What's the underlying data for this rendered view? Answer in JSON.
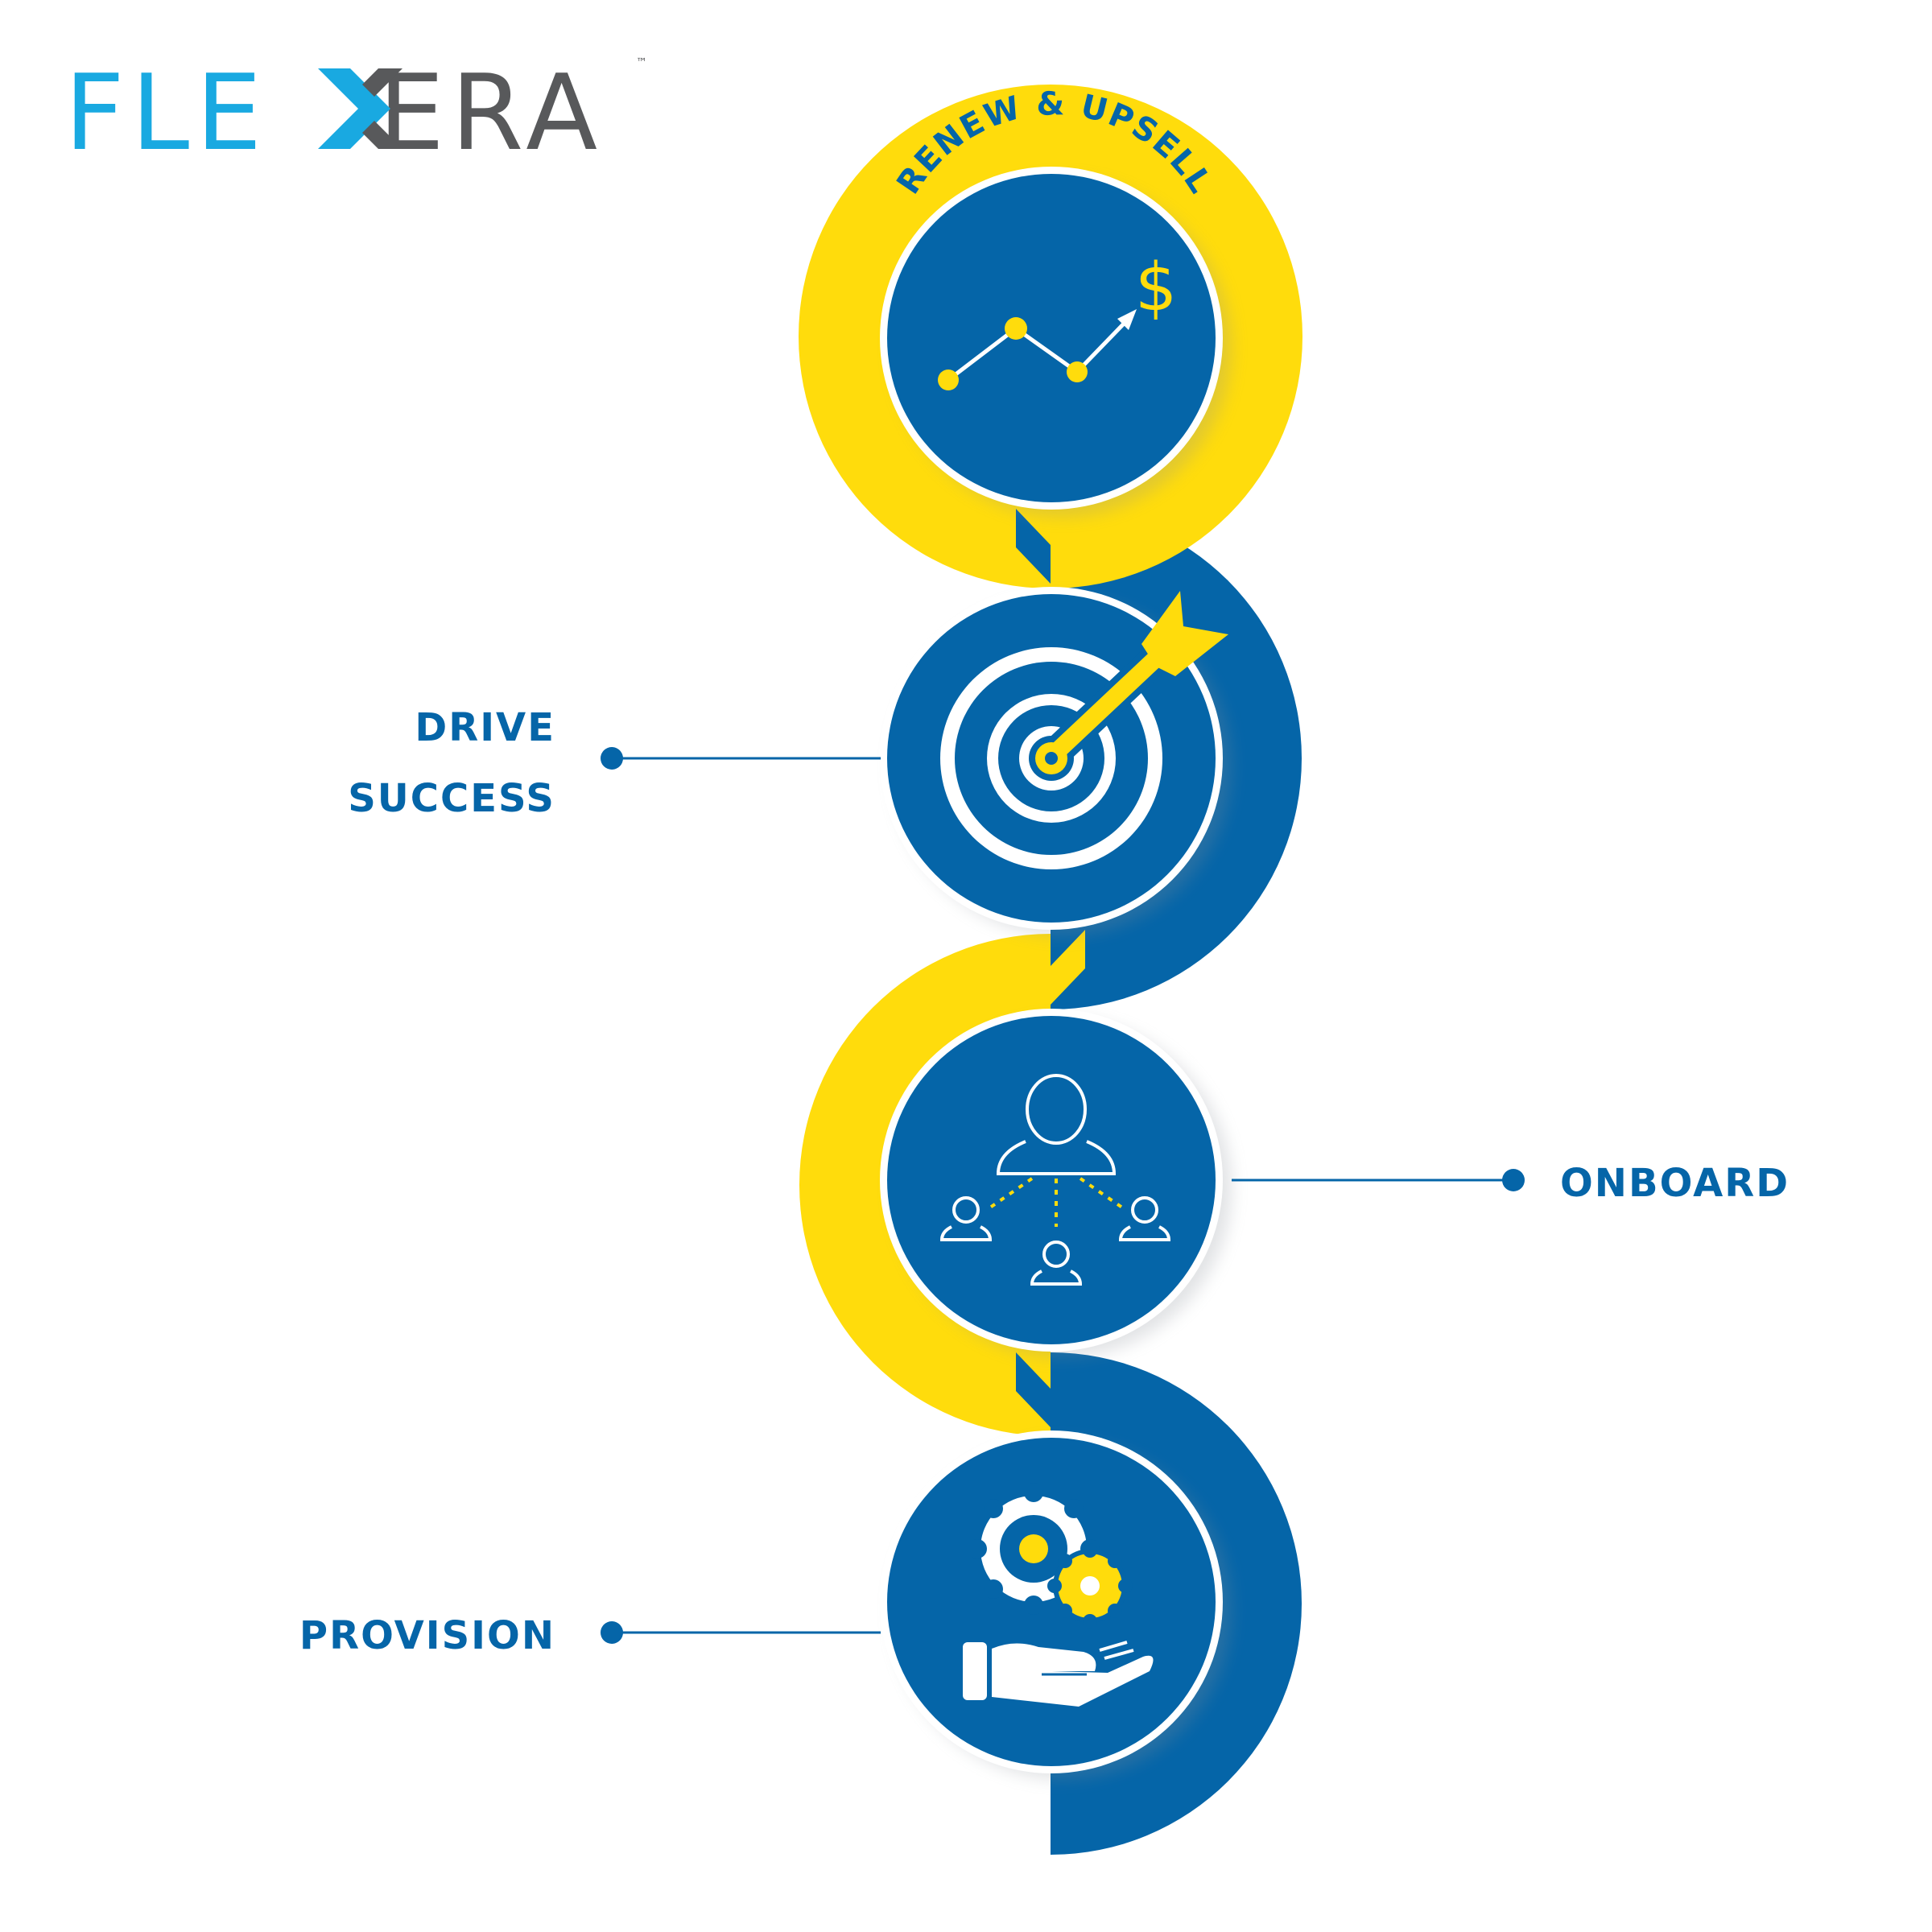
{
  "logo": {
    "part1": "FLE",
    "part2": "ERA",
    "tm": "™"
  },
  "stages": [
    {
      "id": "renew",
      "label_lines": [
        "RENEW & UPSELL"
      ],
      "icon": "chart-dollar-icon",
      "ring_color": "#FFDC0C"
    },
    {
      "id": "drive",
      "label_lines": [
        "DRIVE",
        "SUCCESS"
      ],
      "icon": "target-dart-icon",
      "ring_color": "#0565A8"
    },
    {
      "id": "onboard",
      "label_lines": [
        "ONBOARD"
      ],
      "icon": "user-network-icon",
      "ring_color": "#FFDC0C"
    },
    {
      "id": "provision",
      "label_lines": [
        "PROVISION"
      ],
      "icon": "gears-hand-icon",
      "ring_color": "#0565A8"
    }
  ],
  "colors": {
    "blue": "#0565A8",
    "yellow": "#FFDC0C",
    "logo_cyan": "#19A9E1",
    "logo_gray": "#58595B",
    "white": "#FFFFFF"
  },
  "icons": {
    "dollar": "$"
  }
}
